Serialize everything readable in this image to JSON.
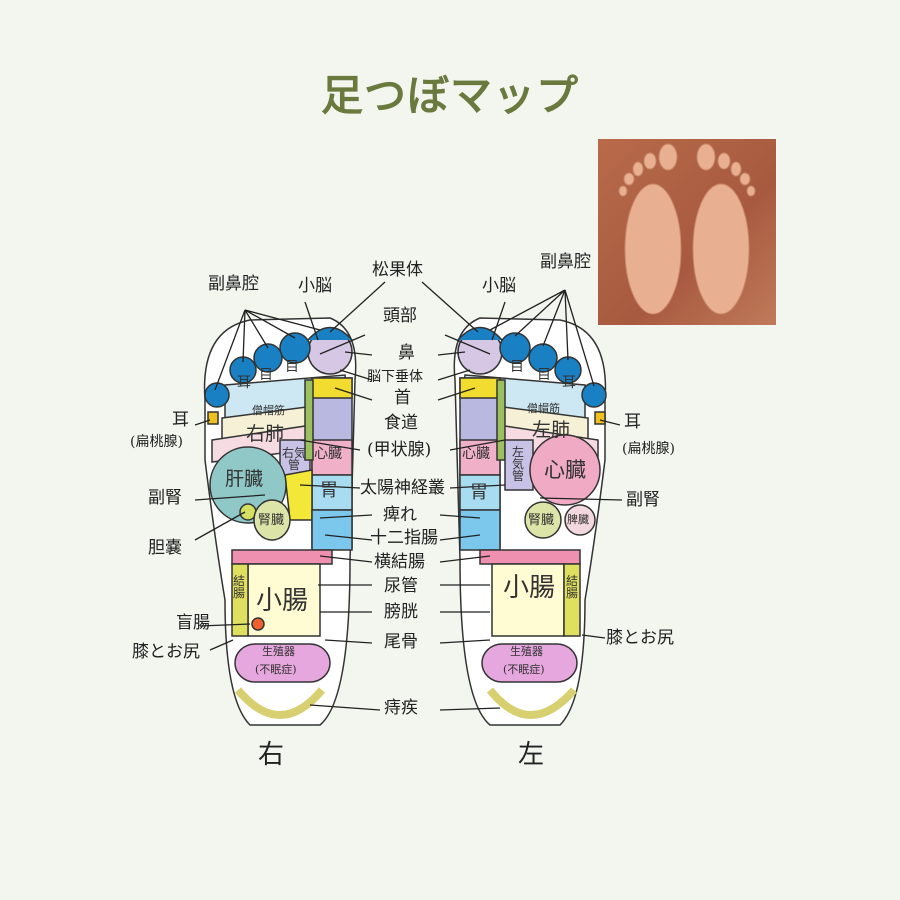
{
  "title": "足つぼマップ",
  "side_labels": {
    "right_foot": "右",
    "left_foot": "左"
  },
  "center_labels": [
    "松果体",
    "頭部",
    "鼻",
    "脳下垂体",
    "首",
    "食道",
    "(甲状腺)",
    "太陽神経叢",
    "痺れ",
    "十二指腸",
    "横結腸",
    "尿管",
    "膀胱",
    "尾骨",
    "痔疾"
  ],
  "right_foot_outer_labels": {
    "sinus": "副鼻腔",
    "cerebellum": "小脳",
    "ear": "耳",
    "tonsil": "(扁桃腺)",
    "adrenal": "副腎",
    "gallbladder": "胆嚢",
    "cecum": "盲腸",
    "knee_hip": "膝とお尻"
  },
  "left_foot_outer_labels": {
    "sinus": "副鼻腔",
    "cerebellum": "小脳",
    "ear": "耳",
    "tonsil": "(扁桃腺)",
    "adrenal": "副腎",
    "knee_hip": "膝とお尻"
  },
  "right_foot_zones": {
    "ear": "耳",
    "eye1": "目",
    "eye2": "目",
    "trapezius": "僧帽筋",
    "lung": "右肺",
    "bronchus": "右気管",
    "heart": "心臓",
    "liver": "肝臓",
    "stomach": "胃",
    "kidney": "腎臓",
    "colon": "結腸",
    "small_intestine": "小腸",
    "genitals": "生殖器",
    "insomnia": "(不眠症)"
  },
  "left_foot_zones": {
    "ear": "耳",
    "eye1": "目",
    "eye2": "目",
    "trapezius": "僧帽筋",
    "lung": "左肺",
    "bronchus": "左気管",
    "heart_small": "心臓",
    "heart": "心臓",
    "stomach": "胃",
    "kidney": "腎臓",
    "spleen": "脾臓",
    "colon": "結腸",
    "small_intestine": "小腸",
    "genitals": "生殖器",
    "insomnia": "(不眠症)"
  }
}
